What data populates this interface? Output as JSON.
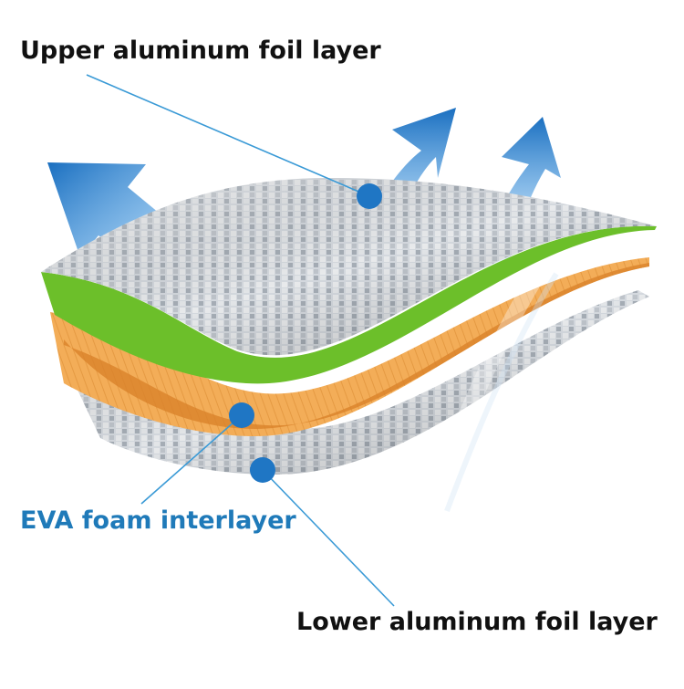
{
  "labels": {
    "upper": "Upper aluminum foil layer",
    "eva": "EVA foam interlayer",
    "lower": "Lower aluminum foil layer"
  },
  "colors": {
    "text_dark": "#111111",
    "text_blue": "#1f7ab9",
    "leader_line": "#3a9ad6",
    "marker_dot": "#1f76c4",
    "arrow_blue": "#1a78c8",
    "foil_light": "#e8ecf0",
    "foil_dark": "#9aa3ad",
    "foam_orange": "#f2a44a",
    "foam_edge": "#d9822b",
    "green_edge": "#6cbf2a"
  },
  "icons": [
    "heat-flow-arrow",
    "layer-marker-dot"
  ]
}
